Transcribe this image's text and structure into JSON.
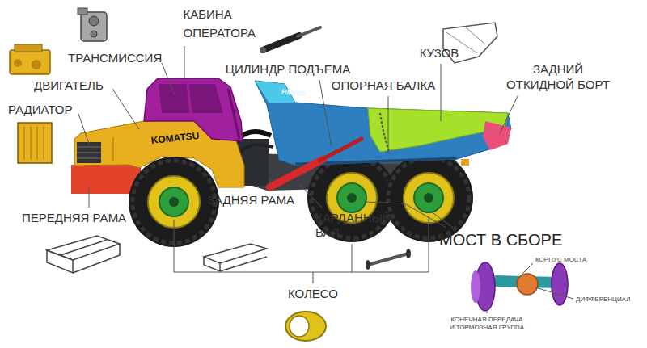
{
  "diagram": {
    "labels": [
      "КАБИНА ОПЕРАТОРА",
      "ТРАНСМИССИЯ",
      "ЦИЛИНДР ПОДЪЕМА",
      "КУЗОВ",
      "ЗАДНИЙ ОТКИДНОЙ БОРТ",
      "ДВИГАТЕЛЬ",
      "ОПОРНАЯ БАЛКА",
      "РАДИАТОР",
      "HM400",
      "KOMATSU",
      "ПЕРЕДНЯЯ РАМА",
      "ЗАДНЯЯ РАМА",
      "КАРДАННЫЙ ВАЛ",
      "МОСТ В СБОРЕ",
      "КОЛЕСО",
      "КОРПУС МОСТА",
      "ДИФФЕРЕНЦИАЛ",
      "КОНЕЧНАЯ ПЕРЕДАЧА И ТОРМОЗНАЯ ГРУППА"
    ]
  }
}
